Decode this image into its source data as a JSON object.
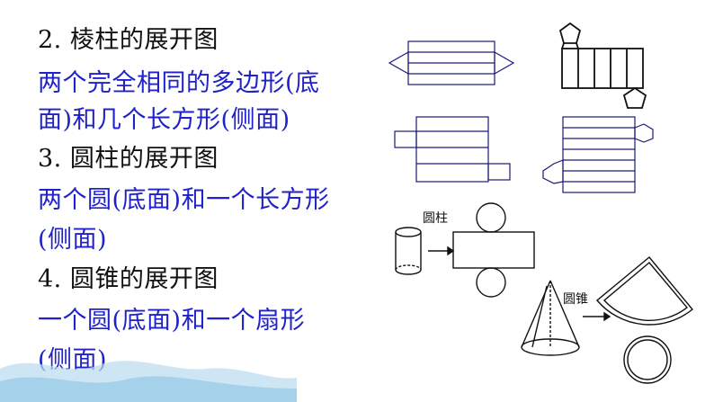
{
  "lines": {
    "l1": "2. 棱柱的展开图",
    "l2": "两个完全相同的多边形(底",
    "l3": "面)和几个长方形(侧面)",
    "l4": "3. 圆柱的展开图",
    "l5": "两个圆(底面)和一个长方形",
    "l6": "(侧面)",
    "l7": "4. 圆锥的展开图",
    "l8": "一个圆(底面)和一个扇形",
    "l9": "(侧面)"
  },
  "figure_labels": {
    "cylinder": "圆柱",
    "cone": "圆锥"
  },
  "colors": {
    "heading": "#111111",
    "body": "#1f22c8",
    "figure_stroke": "#1a1a7a",
    "figure_black": "#111111",
    "wave": "#b9dcef"
  }
}
